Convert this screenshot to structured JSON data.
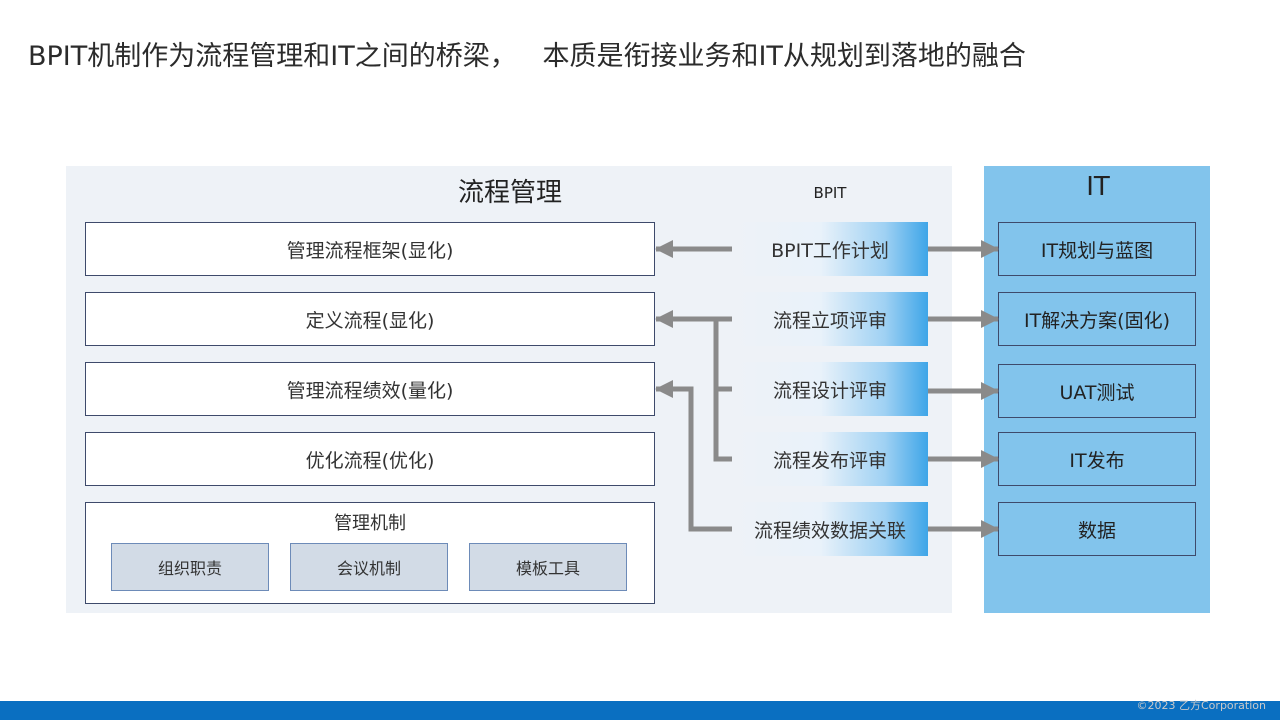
{
  "title": "BPIT机制作为流程管理和IT之间的桥梁，   本质是衔接业务和IT从规划到落地的融合",
  "process_panel": {
    "heading": "流程管理",
    "boxes": [
      "管理流程框架(显化)",
      "定义流程(显化)",
      "管理流程绩效(量化)",
      "优化流程(优化)"
    ],
    "mechanism": {
      "label": "管理机制",
      "items": [
        "组织职责",
        "会议机制",
        "模板工具"
      ]
    }
  },
  "bpit": {
    "heading": "BPIT",
    "items": [
      "BPIT工作计划",
      "流程立项评审",
      "流程设计评审",
      "流程发布评审",
      "流程绩效数据关联"
    ]
  },
  "it_panel": {
    "heading": "IT",
    "items": [
      "IT规划与蓝图",
      "IT解决方案(固化)",
      "UAT测试",
      "IT发布",
      "数据"
    ]
  },
  "footer": "©2023 乙方Corporation",
  "colors": {
    "panel_bg": "#eef2f7",
    "it_bg": "#82c4ec",
    "arrow": "#8a8a8a",
    "footer_bar": "#0a6fc1"
  }
}
